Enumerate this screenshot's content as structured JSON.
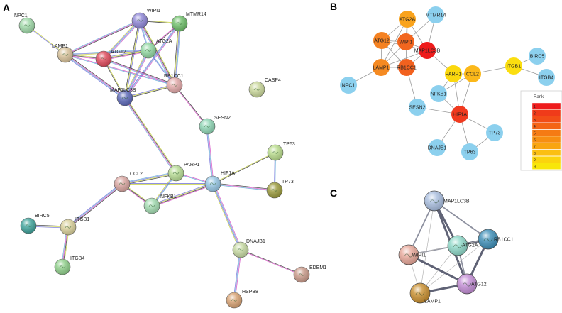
{
  "panels": {
    "a": {
      "letter": "A",
      "nodes": [
        {
          "id": "NPC1",
          "label": "NPC1",
          "color": "#9fd9a8"
        },
        {
          "id": "WIPI1",
          "label": "WIPI1",
          "color": "#8e86d6"
        },
        {
          "id": "MTMR14",
          "label": "MTMR14",
          "color": "#6fbf6a"
        },
        {
          "id": "LAMP1",
          "label": "LAMP1",
          "color": "#d8c29a"
        },
        {
          "id": "ATG12",
          "label": "ATG12",
          "color": "#e04a5a"
        },
        {
          "id": "ATG2A",
          "label": "ATG2A",
          "color": "#8fd6a0"
        },
        {
          "id": "RB1CC1",
          "label": "RB1CC1",
          "color": "#e3a9a9"
        },
        {
          "id": "MAP1LC3B",
          "label": "MAP1LC3B",
          "color": "#5b68b8"
        },
        {
          "id": "CASP4",
          "label": "CASP4",
          "color": "#c9d79a"
        },
        {
          "id": "SESN2",
          "label": "SESN2",
          "color": "#8fd6b5"
        },
        {
          "id": "TP63",
          "label": "TP63",
          "color": "#b9dc8c"
        },
        {
          "id": "CCL2",
          "label": "CCL2",
          "color": "#d9a5a0"
        },
        {
          "id": "PARP1",
          "label": "PARP1",
          "color": "#b8dd95"
        },
        {
          "id": "HIF1A",
          "label": "HIF1A",
          "color": "#96c6e4"
        },
        {
          "id": "TP73",
          "label": "TP73",
          "color": "#9a9a3c"
        },
        {
          "id": "NFKB1",
          "label": "NFKB1",
          "color": "#a2dbb0"
        },
        {
          "id": "BIRC5",
          "label": "BIRC5",
          "color": "#3fa39b"
        },
        {
          "id": "ITGB1",
          "label": "ITGB1",
          "color": "#d9d09a"
        },
        {
          "id": "ITGB4",
          "label": "ITGB4",
          "color": "#8fcf8a"
        },
        {
          "id": "DNAJB1",
          "label": "DNAJB1",
          "color": "#c6d9a2"
        },
        {
          "id": "EDEM1",
          "label": "EDEM1",
          "color": "#c99a8a"
        },
        {
          "id": "HSPB8",
          "label": "HSPB8",
          "color": "#d8a273"
        }
      ],
      "edges": [
        [
          "WIPI1",
          "MTMR14"
        ],
        [
          "WIPI1",
          "LAMP1"
        ],
        [
          "WIPI1",
          "ATG12"
        ],
        [
          "WIPI1",
          "ATG2A"
        ],
        [
          "WIPI1",
          "MAP1LC3B"
        ],
        [
          "WIPI1",
          "RB1CC1"
        ],
        [
          "MTMR14",
          "ATG2A"
        ],
        [
          "MTMR14",
          "MAP1LC3B"
        ],
        [
          "MTMR14",
          "RB1CC1"
        ],
        [
          "LAMP1",
          "NPC1"
        ],
        [
          "LAMP1",
          "ATG12"
        ],
        [
          "LAMP1",
          "MAP1LC3B"
        ],
        [
          "LAMP1",
          "RB1CC1"
        ],
        [
          "LAMP1",
          "ATG2A"
        ],
        [
          "ATG12",
          "ATG2A"
        ],
        [
          "ATG12",
          "MAP1LC3B"
        ],
        [
          "ATG12",
          "RB1CC1"
        ],
        [
          "ATG2A",
          "MAP1LC3B"
        ],
        [
          "ATG2A",
          "RB1CC1"
        ],
        [
          "MAP1LC3B",
          "RB1CC1"
        ],
        [
          "MAP1LC3B",
          "PARP1"
        ],
        [
          "RB1CC1",
          "SESN2"
        ],
        [
          "SESN2",
          "HIF1A"
        ],
        [
          "CCL2",
          "PARP1"
        ],
        [
          "CCL2",
          "HIF1A"
        ],
        [
          "CCL2",
          "NFKB1"
        ],
        [
          "CCL2",
          "ITGB1"
        ],
        [
          "PARP1",
          "HIF1A"
        ],
        [
          "PARP1",
          "NFKB1"
        ],
        [
          "NFKB1",
          "HIF1A"
        ],
        [
          "HIF1A",
          "TP63"
        ],
        [
          "HIF1A",
          "TP73"
        ],
        [
          "HIF1A",
          "DNAJB1"
        ],
        [
          "TP63",
          "TP73"
        ],
        [
          "ITGB1",
          "BIRC5"
        ],
        [
          "ITGB1",
          "ITGB4"
        ],
        [
          "DNAJB1",
          "EDEM1"
        ],
        [
          "DNAJB1",
          "HSPB8"
        ]
      ]
    },
    "b": {
      "letter": "B",
      "legend_title": "Rank",
      "legend_ranks": [
        "1",
        "2",
        "3",
        "4",
        "5",
        "6",
        "7",
        "8",
        "9",
        "9"
      ],
      "legend_colors": [
        "#ee1c1c",
        "#f03b1a",
        "#f24d18",
        "#f46416",
        "#f57b14",
        "#f78f12",
        "#f9a511",
        "#fbbf12",
        "#fbd40e",
        "#f8e60a"
      ],
      "nodes": [
        {
          "id": "ATG2A",
          "label": "ATG2A",
          "color": "#f9a31c"
        },
        {
          "id": "MTMR14",
          "label": "MTMR14",
          "color": "#8cd0ee"
        },
        {
          "id": "ATG12",
          "label": "ATG12",
          "color": "#f58222"
        },
        {
          "id": "WIPI1",
          "label": "WIPI1",
          "color": "#f2661f"
        },
        {
          "id": "MAP1LC3B",
          "label": "MAP1LC3B",
          "color": "#ee1c1c"
        },
        {
          "id": "BIRC5",
          "label": "BIRC5",
          "color": "#8cd0ee"
        },
        {
          "id": "LAMP1",
          "label": "LAMP1",
          "color": "#f58a22"
        },
        {
          "id": "RB1CC1",
          "label": "RB1CC1",
          "color": "#f2611f"
        },
        {
          "id": "PARP1",
          "label": "PARP1",
          "color": "#fbd80e"
        },
        {
          "id": "CCL2",
          "label": "CCL2",
          "color": "#fbb81a"
        },
        {
          "id": "ITGB1",
          "label": "ITGB1",
          "color": "#fbde10"
        },
        {
          "id": "ITGB4",
          "label": "ITGB4",
          "color": "#8cd0ee"
        },
        {
          "id": "NPC1",
          "label": "NPC1",
          "color": "#8cd0ee"
        },
        {
          "id": "NFKB1",
          "label": "NFKB1",
          "color": "#8cd0ee"
        },
        {
          "id": "SESN2",
          "label": "SESN2",
          "color": "#8cd0ee"
        },
        {
          "id": "HIF1A",
          "label": "HIF1A",
          "color": "#f03a1f"
        },
        {
          "id": "TP73",
          "label": "TP73",
          "color": "#8cd0ee"
        },
        {
          "id": "DNAJB1",
          "label": "DNAJB1",
          "color": "#8cd0ee"
        },
        {
          "id": "TP63",
          "label": "TP63",
          "color": "#8cd0ee"
        }
      ],
      "edges": [
        [
          "ATG2A",
          "WIPI1"
        ],
        [
          "ATG2A",
          "ATG12"
        ],
        [
          "ATG2A",
          "MAP1LC3B"
        ],
        [
          "ATG2A",
          "LAMP1"
        ],
        [
          "ATG2A",
          "RB1CC1"
        ],
        [
          "MTMR14",
          "WIPI1"
        ],
        [
          "MTMR14",
          "MAP1LC3B"
        ],
        [
          "ATG12",
          "WIPI1"
        ],
        [
          "ATG12",
          "LAMP1"
        ],
        [
          "ATG12",
          "RB1CC1"
        ],
        [
          "ATG12",
          "MAP1LC3B"
        ],
        [
          "WIPI1",
          "MAP1LC3B"
        ],
        [
          "WIPI1",
          "LAMP1"
        ],
        [
          "WIPI1",
          "RB1CC1"
        ],
        [
          "MAP1LC3B",
          "LAMP1"
        ],
        [
          "MAP1LC3B",
          "RB1CC1"
        ],
        [
          "MAP1LC3B",
          "PARP1"
        ],
        [
          "LAMP1",
          "NPC1"
        ],
        [
          "LAMP1",
          "RB1CC1"
        ],
        [
          "RB1CC1",
          "SESN2"
        ],
        [
          "PARP1",
          "CCL2"
        ],
        [
          "PARP1",
          "NFKB1"
        ],
        [
          "PARP1",
          "HIF1A"
        ],
        [
          "CCL2",
          "ITGB1"
        ],
        [
          "CCL2",
          "HIF1A"
        ],
        [
          "CCL2",
          "NFKB1"
        ],
        [
          "ITGB1",
          "BIRC5"
        ],
        [
          "ITGB1",
          "ITGB4"
        ],
        [
          "NFKB1",
          "HIF1A"
        ],
        [
          "SESN2",
          "HIF1A"
        ],
        [
          "HIF1A",
          "TP73"
        ],
        [
          "HIF1A",
          "DNAJB1"
        ],
        [
          "HIF1A",
          "TP63"
        ],
        [
          "TP73",
          "TP63"
        ]
      ]
    },
    "c": {
      "letter": "C",
      "nodes": [
        {
          "id": "MAP1LC3B",
          "label": "MAP1LC3B",
          "color": "#a9bedf"
        },
        {
          "id": "ATG2A",
          "label": "ATG2A",
          "color": "#8fd9c9"
        },
        {
          "id": "RB1CC1",
          "label": "RB1CC1",
          "color": "#3e8fb8"
        },
        {
          "id": "WIPI1",
          "label": "WIPI1",
          "color": "#e8a89a"
        },
        {
          "id": "ATG12",
          "label": "ATG12",
          "color": "#c48ed6"
        },
        {
          "id": "LAMP1",
          "label": "LAMP1",
          "color": "#c98f2f"
        }
      ],
      "edges": [
        [
          "MAP1LC3B",
          "ATG2A",
          3
        ],
        [
          "MAP1LC3B",
          "RB1CC1",
          2
        ],
        [
          "MAP1LC3B",
          "WIPI1",
          2
        ],
        [
          "MAP1LC3B",
          "ATG12",
          3
        ],
        [
          "MAP1LC3B",
          "LAMP1",
          1
        ],
        [
          "ATG2A",
          "RB1CC1",
          3
        ],
        [
          "ATG2A",
          "WIPI1",
          2
        ],
        [
          "ATG2A",
          "ATG12",
          2
        ],
        [
          "ATG2A",
          "LAMP1",
          1
        ],
        [
          "RB1CC1",
          "WIPI1",
          1
        ],
        [
          "RB1CC1",
          "ATG12",
          3
        ],
        [
          "RB1CC1",
          "LAMP1",
          1
        ],
        [
          "WIPI1",
          "ATG12",
          3
        ],
        [
          "WIPI1",
          "LAMP1",
          1
        ],
        [
          "ATG12",
          "LAMP1",
          3
        ]
      ]
    }
  }
}
